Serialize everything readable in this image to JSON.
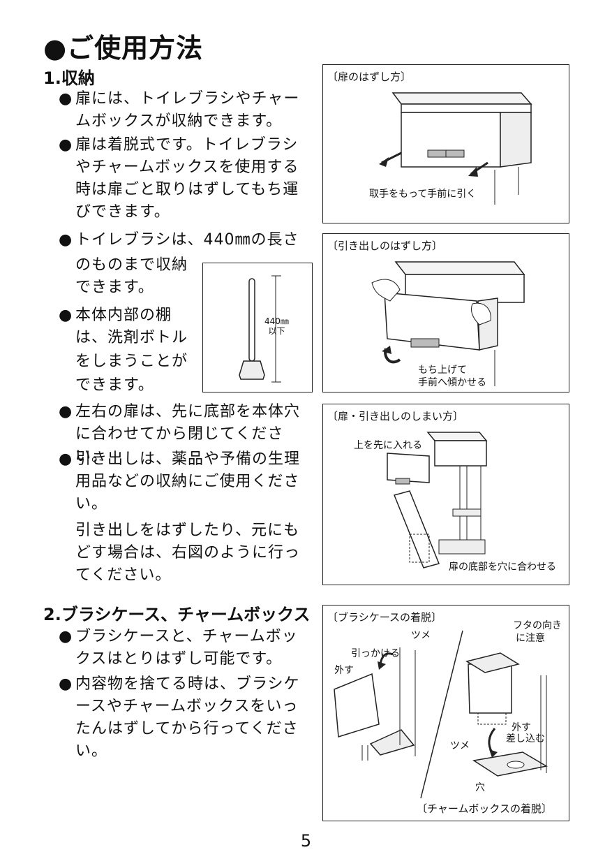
{
  "title": "●ご使用方法",
  "section1": {
    "heading": "1.収納",
    "b1": "扉には、トイレブラシやチャームボックスが収納できます。",
    "b2": "扉は着脱式です。トイレブラシやチャームボックスを使用する時は扉ごと取りはずしてもち運びできます。",
    "b3a": "トイレブラシは、440㎜の長さ",
    "b3b": "のものまで収納",
    "b3c": "できます。",
    "b4a": "本体内部の棚",
    "b4b": "は、洗剤ボトル",
    "b4c": "をしまうことが",
    "b4d": "できます。",
    "b5": "左右の扉は、先に底部を本体穴に合わせてから閉じてください。",
    "b6": "引き出しは、薬品や予備の生理用品などの収納にご使用ください。",
    "b6note": "引き出しをはずしたり、元にもどす場合は、右図のように行ってください。",
    "brush_dim": "440㎜\n以下"
  },
  "section2": {
    "heading": "2.ブラシケース、チャームボックス",
    "b1": "ブラシケースと、チャームボックスはとりはずし可能です。",
    "b2": "内容物を捨てる時は、ブラシケースやチャームボックスをいったんはずしてから行ってください。"
  },
  "fig1": {
    "caption": "〔扉のはずし方〕",
    "label": "取手をもって手前に引く"
  },
  "fig2": {
    "caption": "〔引き出しのはずし方〕",
    "label1": "もち上げて",
    "label2": "手前へ傾かせる"
  },
  "fig3": {
    "caption": "〔扉・引き出しのしまい方〕",
    "label1": "上を先に入れる",
    "label2": "扉の底部を穴に合わせる"
  },
  "fig4": {
    "caption": "〔ブラシケースの着脱〕",
    "caption2": "〔チャームボックスの着脱〕",
    "l_tsume": "ツメ",
    "l_hikkakeru": "引っかける",
    "l_hazusu": "外す",
    "l_futa1": "フタの向き",
    "l_futa2": "に注意",
    "l_hazusu2": "外す",
    "l_sashikomu": "差し込む",
    "l_tsume2": "ツメ",
    "l_ana": "穴"
  },
  "page_number": "5"
}
